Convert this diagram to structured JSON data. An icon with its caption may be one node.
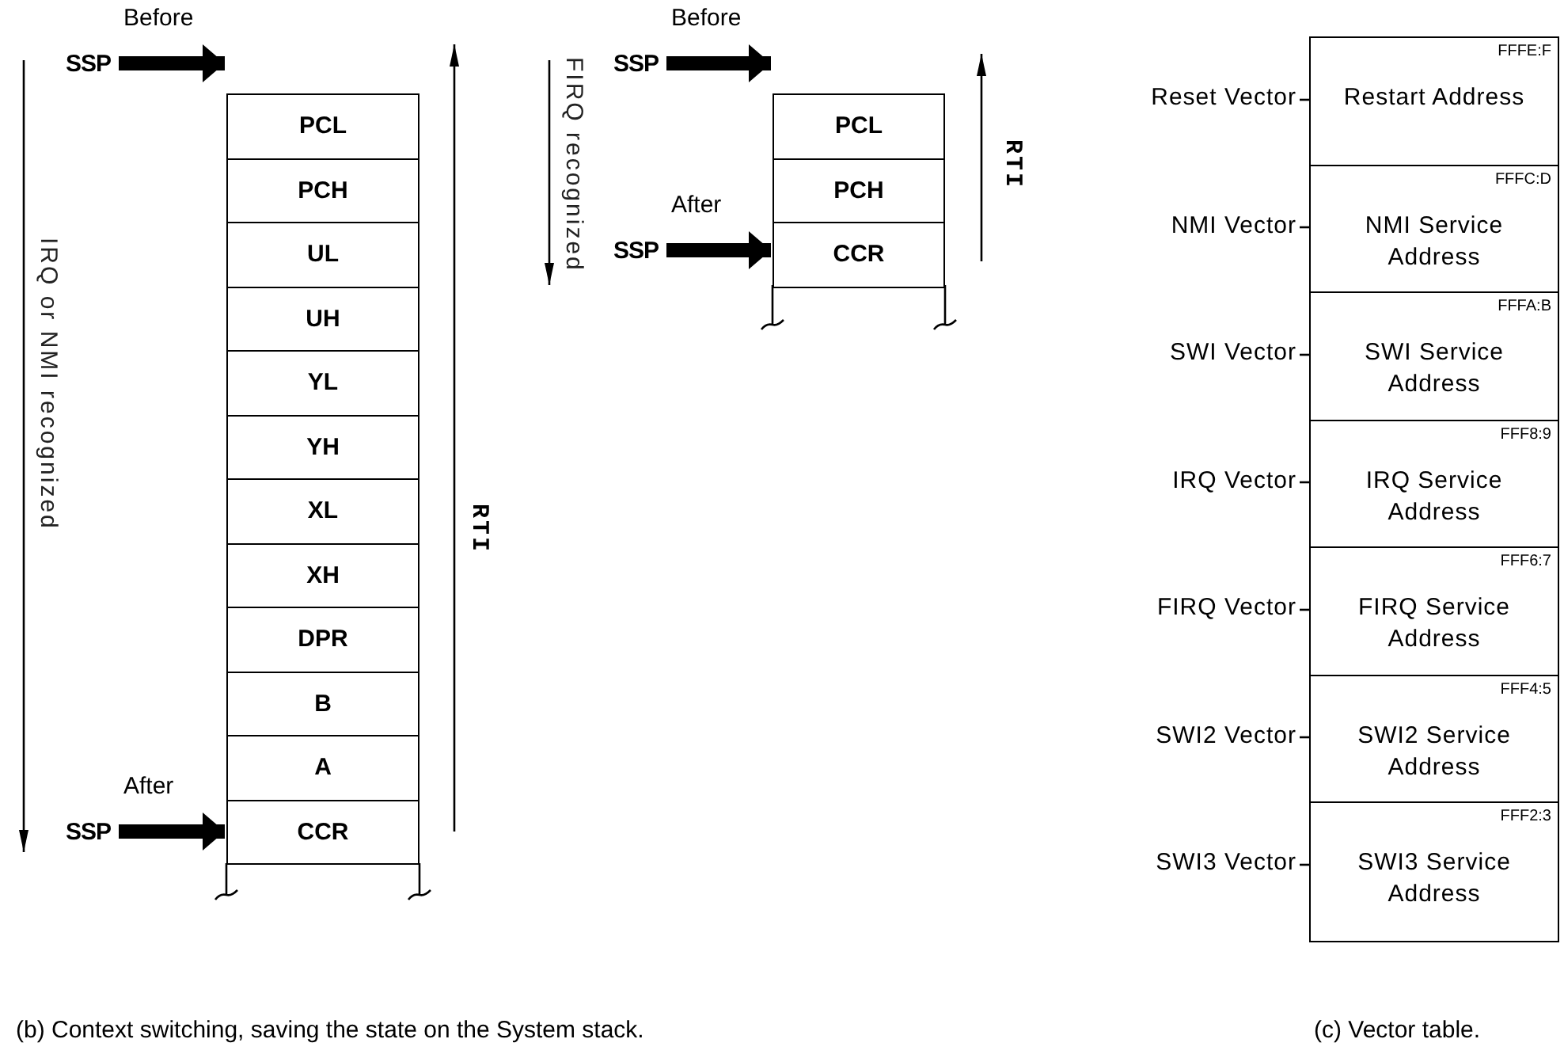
{
  "diagram": {
    "nodes": [
      {
        "text": [
          "SSP"
        ],
        "beside": [
          "Before"
        ]
      },
      {
        "text": [
          "PCL"
        ]
      },
      {
        "text": [
          "PCH"
        ]
      },
      {
        "text": [
          "UL"
        ]
      },
      {
        "text": [
          "UH"
        ]
      },
      {
        "text": [
          "YL"
        ]
      },
      {
        "text": [
          "YH"
        ]
      },
      {
        "text": [
          "XL"
        ]
      },
      {
        "text": [
          "XH"
        ]
      },
      {
        "text": [
          "DPR"
        ]
      },
      {
        "text": [
          "B"
        ]
      },
      {
        "text": [
          "A"
        ]
      },
      {
        "text": [
          "CCR"
        ]
      },
      {
        "text": [
          "SSP"
        ],
        "beside": [
          "After"
        ]
      },
      {
        "text": [
          "SSP"
        ],
        "beside": [
          "Before"
        ]
      },
      {
        "text": [
          "PCL"
        ]
      },
      {
        "text": [
          "PCH"
        ]
      },
      {
        "text": [
          "CCR"
        ]
      },
      {
        "text": [
          "SSP"
        ],
        "beside": [
          "After"
        ]
      },
      {
        "text": [
          "FFFE:F",
          "Restart Address"
        ],
        "beside": [
          "Reset Vector"
        ]
      },
      {
        "text": [
          "FFFC:D",
          "NMI Service Address"
        ],
        "beside": [
          "NMI Vector"
        ]
      },
      {
        "text": [
          "FFFA:B",
          "SWI Service Address"
        ],
        "beside": [
          "SWI Vector"
        ]
      },
      {
        "text": [
          "FFF8:9",
          "IRQ Service Address"
        ],
        "beside": [
          "IRQ Vector"
        ]
      },
      {
        "text": [
          "FFF6:7",
          "FIRQ Service Address"
        ],
        "beside": [
          "FIRQ Vector"
        ]
      },
      {
        "text": [
          "FFF4:5",
          "SWI2 Service Address"
        ],
        "beside": [
          "SWI2 Vector"
        ]
      },
      {
        "text": [
          "FFF2:3",
          "SWI3 Service Address"
        ],
        "beside": [
          "SWI3 Vector"
        ]
      }
    ],
    "edges": [
      {
        "from": 0,
        "to": 1,
        "arrow": "to"
      },
      {
        "from": 13,
        "to": 12,
        "arrow": "to"
      },
      {
        "from": 14,
        "to": 15,
        "arrow": "to"
      },
      {
        "from": 18,
        "to": 17,
        "arrow": "to"
      }
    ],
    "labels": [
      "IRQ or NMI recognized",
      "RTI",
      "FIRQ recognized",
      "RTI",
      "(b) Context switching, saving the state on the System stack.",
      "(c) Vector table."
    ]
  }
}
